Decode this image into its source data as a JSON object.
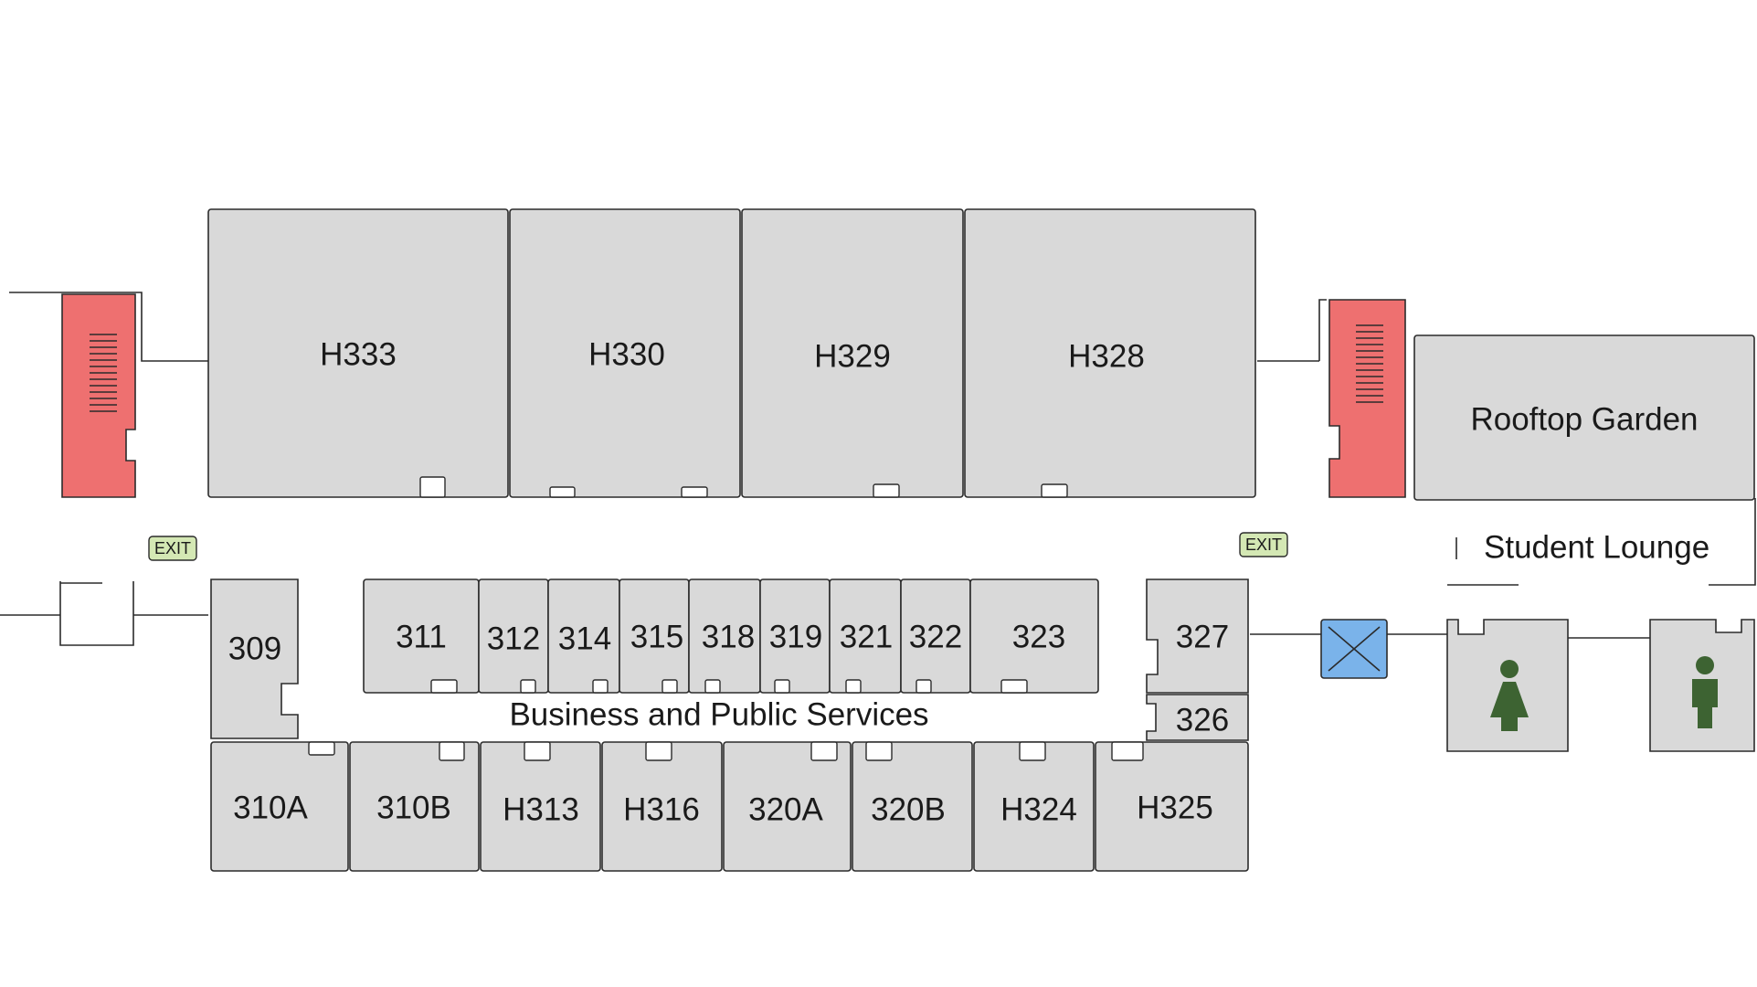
{
  "floor_plan": {
    "rooms_top": [
      "H333",
      "H330",
      "H329",
      "H328"
    ],
    "rooms_middle": [
      "309",
      "311",
      "312",
      "314",
      "315",
      "318",
      "319",
      "321",
      "322",
      "323",
      "327",
      "326"
    ],
    "rooms_bottom": [
      "310A",
      "310B",
      "H313",
      "H316",
      "320A",
      "320B",
      "H324",
      "H325"
    ],
    "rooftop_garden": "Rooftop Garden",
    "student_lounge": "Student Lounge",
    "corridor_label": "Business and Public Services",
    "exits": [
      "EXIT",
      "EXIT"
    ],
    "icons": {
      "stairs": "stairs-icon",
      "elevator": "elevator-icon",
      "womens_restroom": "womens-restroom-icon",
      "mens_restroom": "mens-restroom-icon"
    },
    "colors": {
      "room_fill": "#d9d9d9",
      "stair_fill": "#ee7070",
      "elevator_fill": "#7ab3ea",
      "exit_fill": "#d4e8b4",
      "restroom_icon": "#3d6332"
    }
  }
}
